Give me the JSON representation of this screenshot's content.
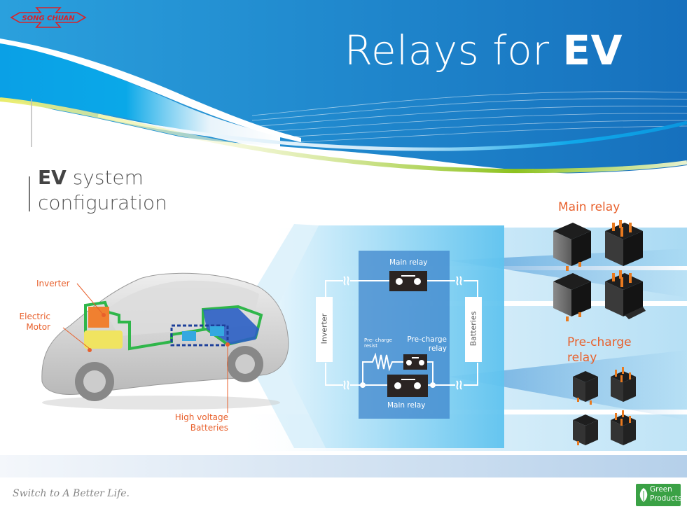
{
  "header": {
    "brand": "SONG CHUAN",
    "title_light": "Relays for ",
    "title_bold": "EV"
  },
  "section": {
    "title_bold": "EV",
    "title_rest_line1": " system",
    "title_line2": "configuration"
  },
  "car_labels": {
    "inverter": "Inverter",
    "motor_line1": "Electric",
    "motor_line2": "Motor",
    "batteries_line1": "High voltage",
    "batteries_line2": "Batteries"
  },
  "diagram": {
    "main_relay_top": "Main relay",
    "main_relay_bottom": "Main relay",
    "precharge_resist_line1": "Pre- charge",
    "precharge_resist_line2": "resist",
    "precharge_relay_line1": "Pre-charge",
    "precharge_relay_line2": "relay",
    "inverter": "Inverter",
    "batteries": "Batteries"
  },
  "products": {
    "main_relay_heading": "Main relay",
    "precharge_heading_line1": "Pre-charge",
    "precharge_heading_line2": "relay"
  },
  "footer": {
    "tagline": "Switch to A Better Life.",
    "badge_line1": "Green",
    "badge_line2": "Products"
  },
  "colors": {
    "header_blue": "#1c8ad0",
    "accent_orange": "#e8602c",
    "green_line": "#8dc21f",
    "badge_green": "#3aa145",
    "relay_dark": "#2b2422"
  }
}
